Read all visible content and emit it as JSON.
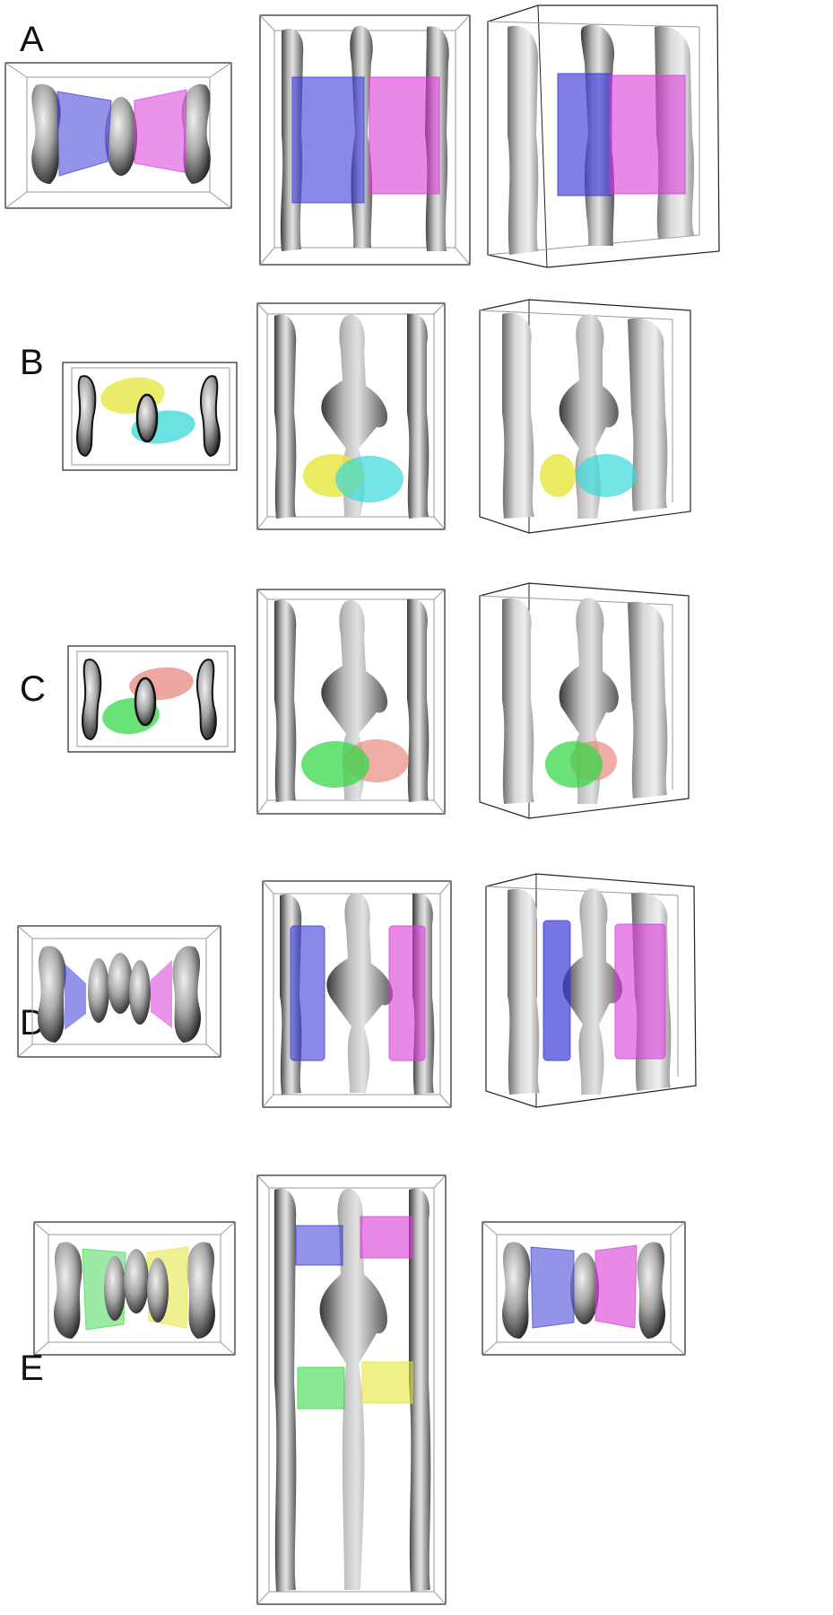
{
  "panels": [
    {
      "id": "A",
      "label": "A",
      "colors": [
        "#3a3ad8",
        "#d83ad8"
      ]
    },
    {
      "id": "B",
      "label": "B",
      "colors": [
        "#e6e63a",
        "#3ad8d8"
      ]
    },
    {
      "id": "C",
      "label": "C",
      "colors": [
        "#e88a80",
        "#3ad84a"
      ]
    },
    {
      "id": "D",
      "label": "D",
      "colors": [
        "#3a3ad8",
        "#d83ad8"
      ]
    },
    {
      "id": "E",
      "label": "E",
      "colors": [
        "#3ad84a",
        "#e6e63a",
        "#3a3ad8",
        "#d83ad8"
      ]
    }
  ],
  "palette": {
    "background": "#ffffff",
    "box_line": "#222222",
    "surface_grey": "#9a9a9a",
    "surface_light": "#e6e6e6",
    "surface_dark": "#2c2c2c"
  }
}
